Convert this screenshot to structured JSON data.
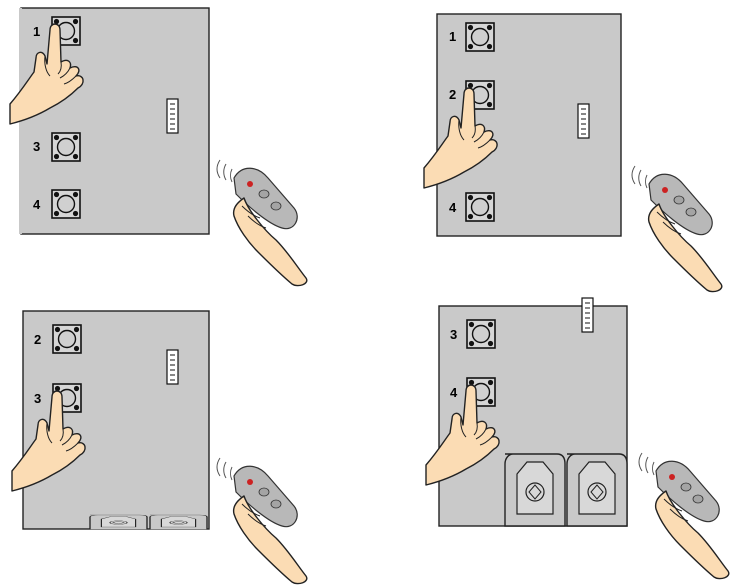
{
  "panels": [
    {
      "id": "panel-1",
      "buttons": [
        {
          "label": "1",
          "pressed": true
        },
        {
          "label": "",
          "pressed": false,
          "hidden": true
        },
        {
          "label": "3",
          "pressed": false
        },
        {
          "label": "4",
          "pressed": false
        }
      ],
      "show_terminals": false
    },
    {
      "id": "panel-2",
      "buttons": [
        {
          "label": "1",
          "pressed": false
        },
        {
          "label": "2",
          "pressed": true
        },
        {
          "label": "",
          "pressed": false,
          "hidden": true
        },
        {
          "label": "4",
          "pressed": false
        }
      ],
      "show_terminals": false
    },
    {
      "id": "panel-3",
      "buttons": [
        {
          "label": "2",
          "pressed": false
        },
        {
          "label": "3",
          "pressed": true
        }
      ],
      "show_terminals": true
    },
    {
      "id": "panel-4",
      "buttons": [
        {
          "label": "3",
          "pressed": false
        },
        {
          "label": "4",
          "pressed": true
        }
      ],
      "show_terminals": true
    }
  ],
  "colors": {
    "board": "#c9c9c9",
    "board_edge": "#222222",
    "skin": "#fbdcb4",
    "remote": "#b8b8b8",
    "led": "#cc2222"
  },
  "icons": [
    "hand-pressing-icon",
    "remote-control-icon",
    "push-button-icon",
    "dip-switch-icon",
    "terminal-block-icon"
  ]
}
